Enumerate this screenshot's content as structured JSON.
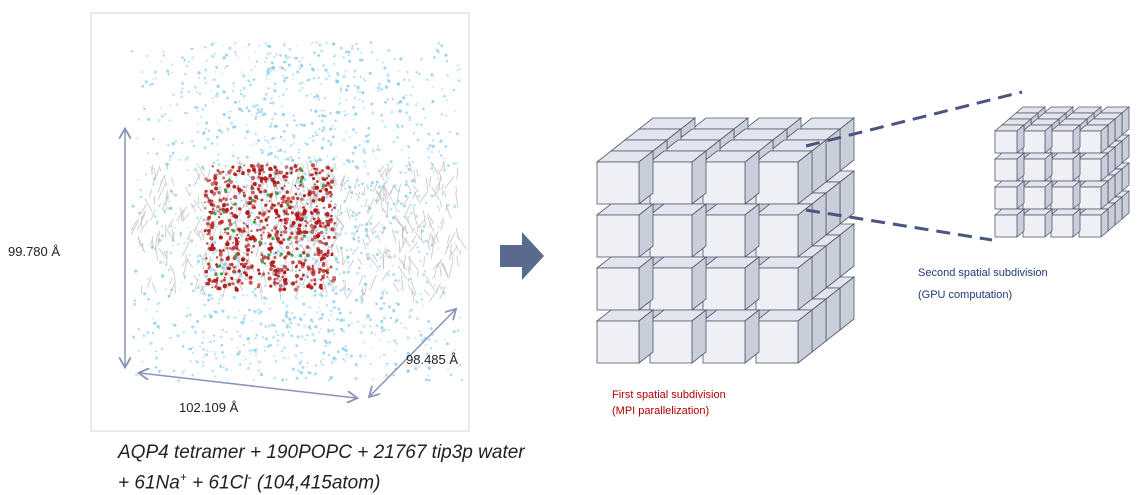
{
  "simulation_box": {
    "height_label": "99.780 Å",
    "width_label": "102.109 Å",
    "depth_label": "98.485 Å"
  },
  "caption": {
    "line1": "AQP4 tetramer + 190POPC + 21767 tip3p water",
    "line2_prefix": "+ 61Na",
    "na_sup": "+",
    "line2_mid": " + 61Cl",
    "cl_sup": "-",
    "line2_suffix": " (104,415atom)"
  },
  "first_subdivision": {
    "line1": "First spatial subdivision",
    "line2": "(MPI parallelization)",
    "color": "#b00000"
  },
  "second_subdivision": {
    "line1": "Second spatial subdivision",
    "line2": "(GPU computation)",
    "color": "#1f3a78"
  },
  "colors": {
    "water": "#7ec8ea",
    "lipid": "#b8b8b8",
    "protein": "#b01818",
    "ion": "#2fae4a",
    "cube_front": "#eef0f6",
    "cube_top": "#e2e5ee",
    "cube_side": "#c9cedb",
    "cube_stroke": "#55596a",
    "arrow": "#5a6a8e",
    "connector": "#4a5580"
  }
}
